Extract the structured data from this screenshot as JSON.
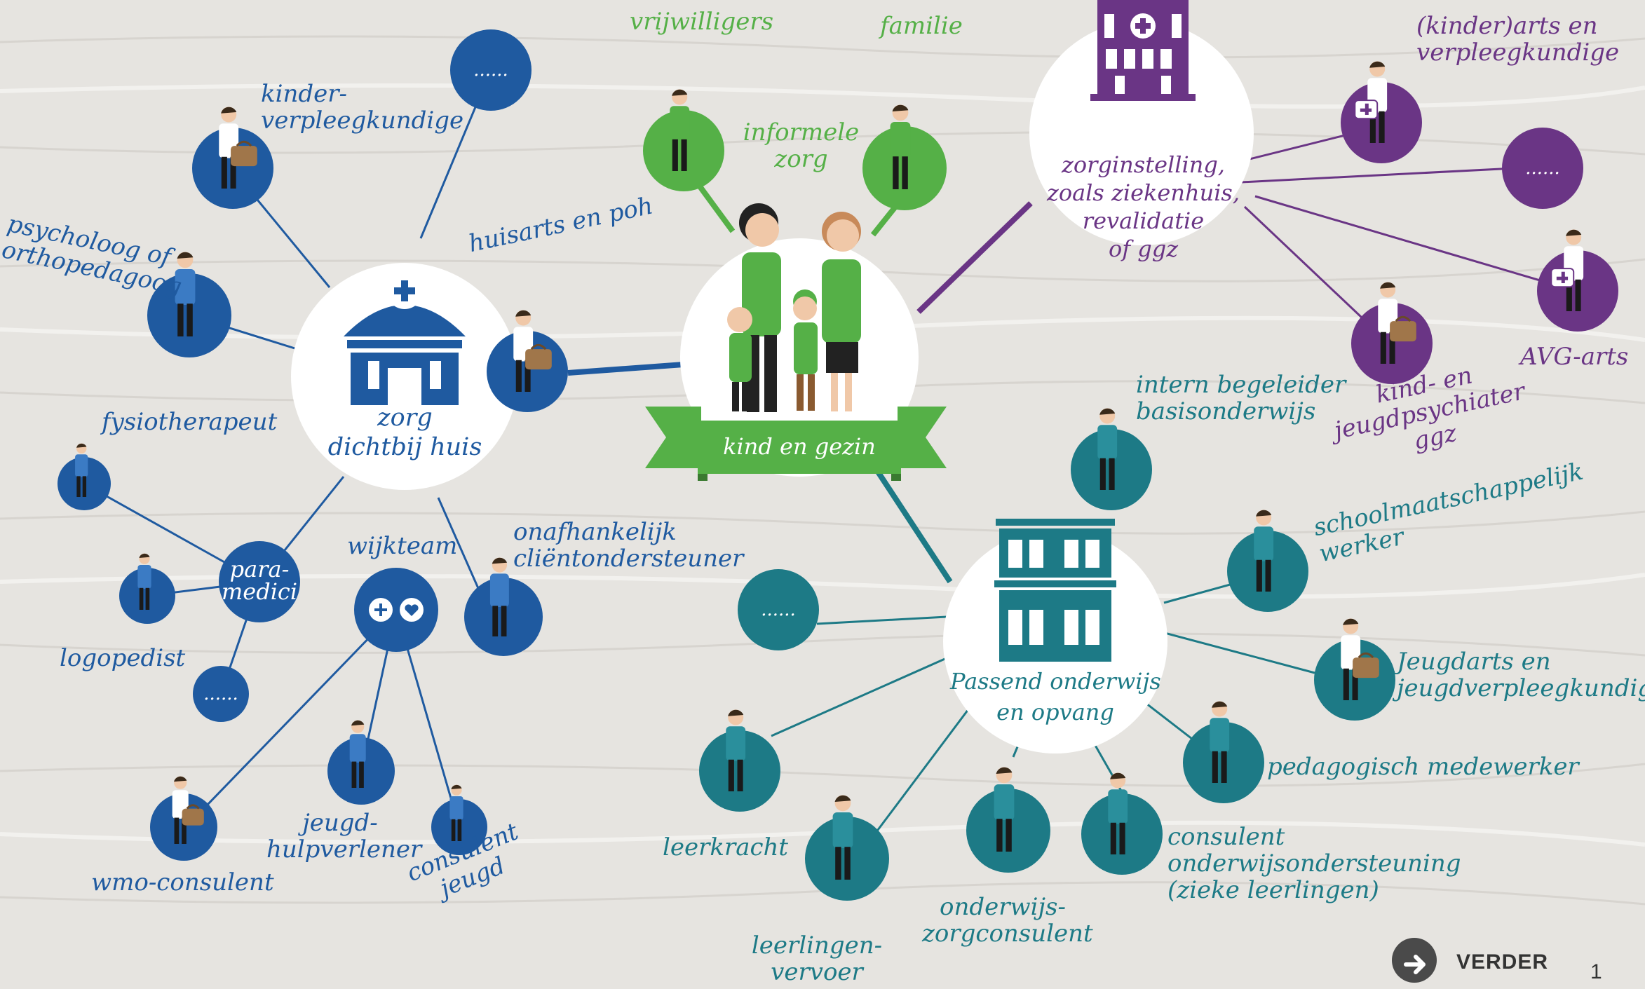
{
  "colors": {
    "blue": "#1f5aa0",
    "green": "#55b047",
    "purple": "#6a3585",
    "teal": "#1d7a86",
    "background": "#e6e4e0"
  },
  "center": {
    "banner": "kind en gezin"
  },
  "zorg_dichtbij": {
    "title": "zorg\ndichtbij huis",
    "nodes": {
      "kinderverpleegkundige": "kinder-\nverpleegkundige",
      "more": "......",
      "psycholoog": "psycholoog of\northopedagoog",
      "huisarts": "huisarts en poh",
      "fysiotherapeut": "fysiotherapeut",
      "paramedici": "para-\nmedici",
      "logopedist": "logopedist",
      "more2": "......",
      "wijkteam": "wijkteam",
      "clientondersteuner": "onafhankelijk\ncliëntondersteuner",
      "wmo": "wmo-consulent",
      "jeugdhulpverlener": "jeugd-\nhulpverlener",
      "consulent_jeugd": "consulent\njeugd"
    }
  },
  "informele_zorg": {
    "title": "informele\nzorg",
    "vrijwilligers": "vrijwilligers",
    "familie": "familie"
  },
  "zorginstelling": {
    "title": "zorginstelling,\nzoals ziekenhuis,\nrevalidatie\nof ggz",
    "kinderarts": "(kinder)arts en\nverpleegkundige",
    "more": "......",
    "avg": "AVG-arts",
    "jeugdpsychiater": "kind- en\njeugdpsychiater\nggz"
  },
  "onderwijs": {
    "title": "Passend onderwijs\nen opvang",
    "intern": "intern begeleider\nbasisonderwijs",
    "more": "......",
    "schoolmaatschappelijk": "schoolmaatschappelijk\nwerker",
    "jeugdarts": "Jeugdarts en\njeugdverpleegkundige",
    "pedagogisch": "pedagogisch medewerker",
    "leerkracht": "leerkracht",
    "consulent": "consulent\nonderwijsondersteuning\n(zieke leerlingen)",
    "leerlingenvervoer": "leerlingen-\nvervoer",
    "zorgconsulent": "onderwijs-\nzorgconsulent"
  },
  "footer": {
    "verder": "VERDER",
    "page": "1"
  }
}
